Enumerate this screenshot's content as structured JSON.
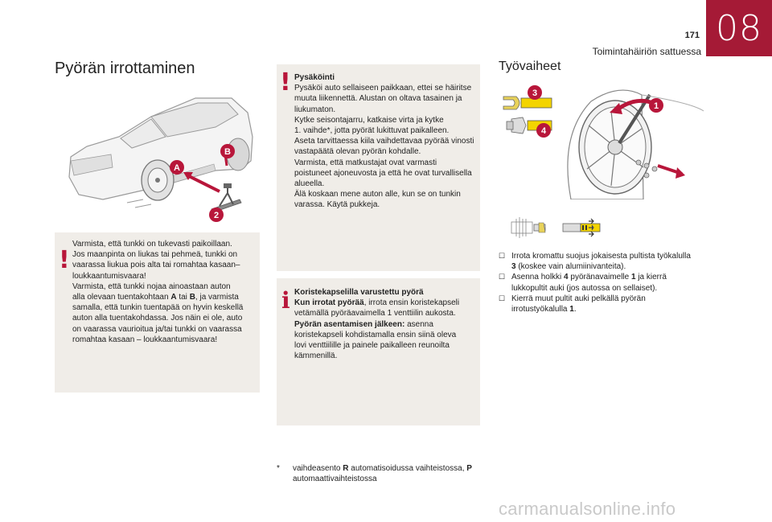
{
  "header": {
    "chapter_number": "08",
    "page_number": "171",
    "chapter_title": "Toimintahäiriön sattuessa",
    "accent_color": "#a51a36"
  },
  "section_title": "Pyörän irrottaminen",
  "figure_left": {
    "labels": {
      "a": "A",
      "b": "B",
      "two": "2"
    }
  },
  "warning_box_left": {
    "lines": [
      "Varmista, että tunkki on tukevasti paikoillaan.",
      "Jos maanpinta on liukas tai pehmeä, tunkki on",
      "vaarassa liukua pois alta tai romahtaa kasaan–",
      "loukkaantumisvaara!",
      "Varmista, että tunkki nojaa ainoastaan auton"
    ],
    "line6_pre": "alla olevaan tuentakohtaan ",
    "line6_a": "A",
    "line6_mid": " tai ",
    "line6_b": "B",
    "line6_post": ", ja varmista",
    "lines_end": [
      "samalla, että tunkin tuentapää on hyvin keskellä",
      "auton alla tuentakohdassa. Jos näin ei ole, auto",
      "on vaarassa vaurioitua ja/tai tunkki on vaarassa",
      "romahtaa kasaan – loukkaantumisvaara!"
    ]
  },
  "parking_box": {
    "title": "Pysäköinti",
    "lines": [
      "Pysäköi auto sellaiseen paikkaan, ettei se häiritse",
      "muuta liikennettä. Alustan on oltava tasainen ja",
      "liukumaton.",
      "Kytke seisontajarru, katkaise virta ja kytke",
      "1. vaihde*, jotta pyörät lukittuvat paikalleen.",
      "Aseta tarvittaessa kiila vaihdettavaa pyörää vinosti",
      "vastapäätä olevan pyörän kohdalle.",
      "Varmista, että matkustajat ovat varmasti",
      "poistuneet ajoneuvosta ja että he ovat turvallisella",
      "alueella.",
      "Älä koskaan mene auton alle, kun se on tunkin",
      "varassa. Käytä pukkeja."
    ]
  },
  "info_box": {
    "title": "Koristekapselilla varustettu pyörä",
    "l1_bold": "Kun irrotat pyörää",
    "l1_rest": ", irrota ensin koristekapseli",
    "l2": "vetämällä pyöräavaimella 1 venttiilin aukosta.",
    "l3_bold": "Pyörän asentamisen jälkeen:",
    "l3_rest": " asenna",
    "l4": "koristekapseli kohdistamalla ensin siinä oleva",
    "l5": "lovi venttiilille ja painele paikalleen reunoilta",
    "l6": "kämmenillä."
  },
  "footnote": {
    "star": "*",
    "pre": "vaihdeasento ",
    "r": "R",
    "mid": " automatisoidussa vaihteistossa, ",
    "p": "P",
    "line2": "automaattivaihteistossa"
  },
  "tools_title": "Työvaiheet",
  "figure_right": {
    "labels": {
      "one": "1",
      "three": "3",
      "four": "4"
    }
  },
  "steps": {
    "marker": "",
    "s1_a": "Irrota kromattu suojus jokaisesta pultista työkalulla",
    "s1_b_num": "3",
    "s1_b_rest": " (koskee vain alumiinivanteita).",
    "s2_pre": "Asenna holkki ",
    "s2_num4": "4",
    "s2_mid": " pyöränavaimelle ",
    "s2_num1": "1",
    "s2_post": " ja kierrä",
    "s2_line2": "lukkopultit auki (jos autossa on sellaiset).",
    "s3_line1": "Kierrä muut pultit auki pelkällä pyörän",
    "s3_pre": "irrotustyökalulla ",
    "s3_num": "1",
    "s3_post": "."
  },
  "watermark": "carmanualsonline.info"
}
